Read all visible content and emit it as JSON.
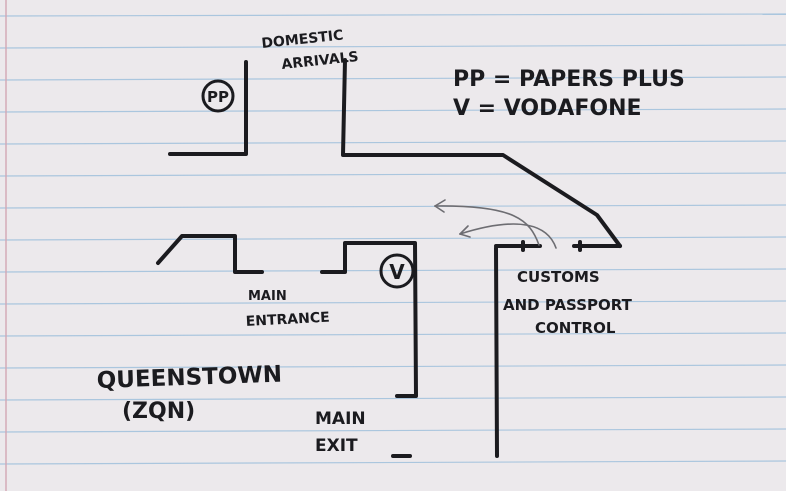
{
  "labels": {
    "domestic_arrivals_1": "DOMESTIC",
    "domestic_arrivals_2": "ARRIVALS",
    "papers_plus_marker": "PP",
    "vodafone_marker": "V",
    "legend_pp": "PP = PAPERS PLUS",
    "legend_v": "V = VODAFONE",
    "customs_1": "CUSTOMS",
    "customs_2": "AND PASSPORT",
    "customs_3": "CONTROL",
    "main_entrance_1": "MAIN",
    "main_entrance_2": "ENTRANCE",
    "airport_name": "QUEENSTOWN",
    "airport_code": "(ZQN)",
    "main_exit_1": "MAIN",
    "main_exit_2": "EXIT"
  },
  "colors": {
    "paper": "#ece9ec",
    "rule_line": "#9fc0dc",
    "margin_line": "#d3a7b4",
    "ink": "#1b1b1f",
    "pencil": "#6d6d72"
  }
}
